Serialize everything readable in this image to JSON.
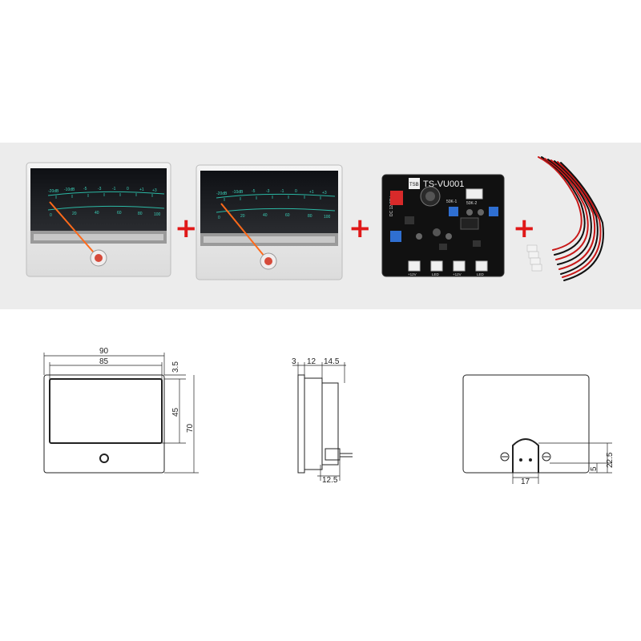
{
  "products": {
    "meter_left": {
      "scale_top": [
        "-20dB",
        "-10dB",
        "-5",
        "-3",
        "-1",
        "0",
        "+1",
        "+3"
      ],
      "scale_bottom": [
        "0",
        "20",
        "40",
        "60",
        "80",
        "100"
      ]
    },
    "meter_right": {
      "scale_top": [
        "-20dB",
        "-10dB",
        "-5",
        "-3",
        "-1",
        "0",
        "+1",
        "+3"
      ],
      "scale_bottom": [
        "0",
        "20",
        "40",
        "60",
        "80",
        "100"
      ]
    },
    "board": {
      "model": "TS-VU001",
      "logo": "TSB",
      "voltage_note": "DC 12-30V",
      "pot_labels": [
        "50K-1",
        "50K-2"
      ],
      "connector_labels": [
        "+12V",
        "LED",
        "+12V",
        "LED"
      ]
    },
    "plus_signs": [
      "+",
      "+",
      "+"
    ],
    "colors": {
      "plus": "#e01818",
      "band": "#ececec",
      "meter_face": "#15171c",
      "pcb": "#111111"
    }
  },
  "drawings": {
    "front": {
      "width_outer": "90",
      "width_inner": "85",
      "top_margin": "3.5",
      "window_height": "45",
      "height": "70"
    },
    "side": {
      "d1": "3",
      "d2": "12",
      "d3": "14.5",
      "d_bottom": "12.5"
    },
    "back": {
      "height_a": "22.5",
      "height_b": "5",
      "width": "17"
    }
  }
}
